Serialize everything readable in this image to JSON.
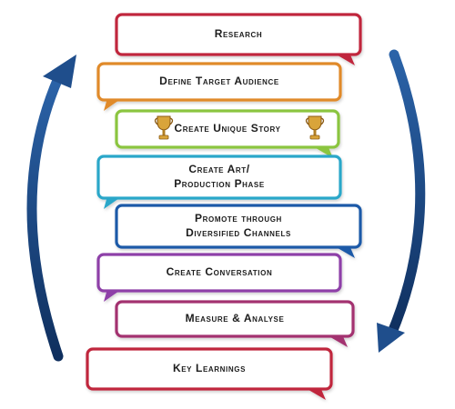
{
  "diagram": {
    "steps": [
      {
        "lines": [
          "Research"
        ],
        "color": "#c0283c"
      },
      {
        "lines": [
          "Define Target Audience"
        ],
        "color": "#e08a2a"
      },
      {
        "lines": [
          "Create Unique Story"
        ],
        "color": "#8bc53f"
      },
      {
        "lines": [
          "Create Art/",
          "Production Phase"
        ],
        "color": "#2aa7c9"
      },
      {
        "lines": [
          "Promote through",
          "Diversified Channels"
        ],
        "color": "#1f5aa8"
      },
      {
        "lines": [
          "Create Conversation"
        ],
        "color": "#8e3fa8"
      },
      {
        "lines": [
          "Measure & Analyse"
        ],
        "color": "#a3306f"
      },
      {
        "lines": [
          "Key Learnings"
        ],
        "color": "#c0283c"
      }
    ],
    "arrow_color": "#1f4e8c",
    "trophy_icon": "trophy-icon"
  }
}
